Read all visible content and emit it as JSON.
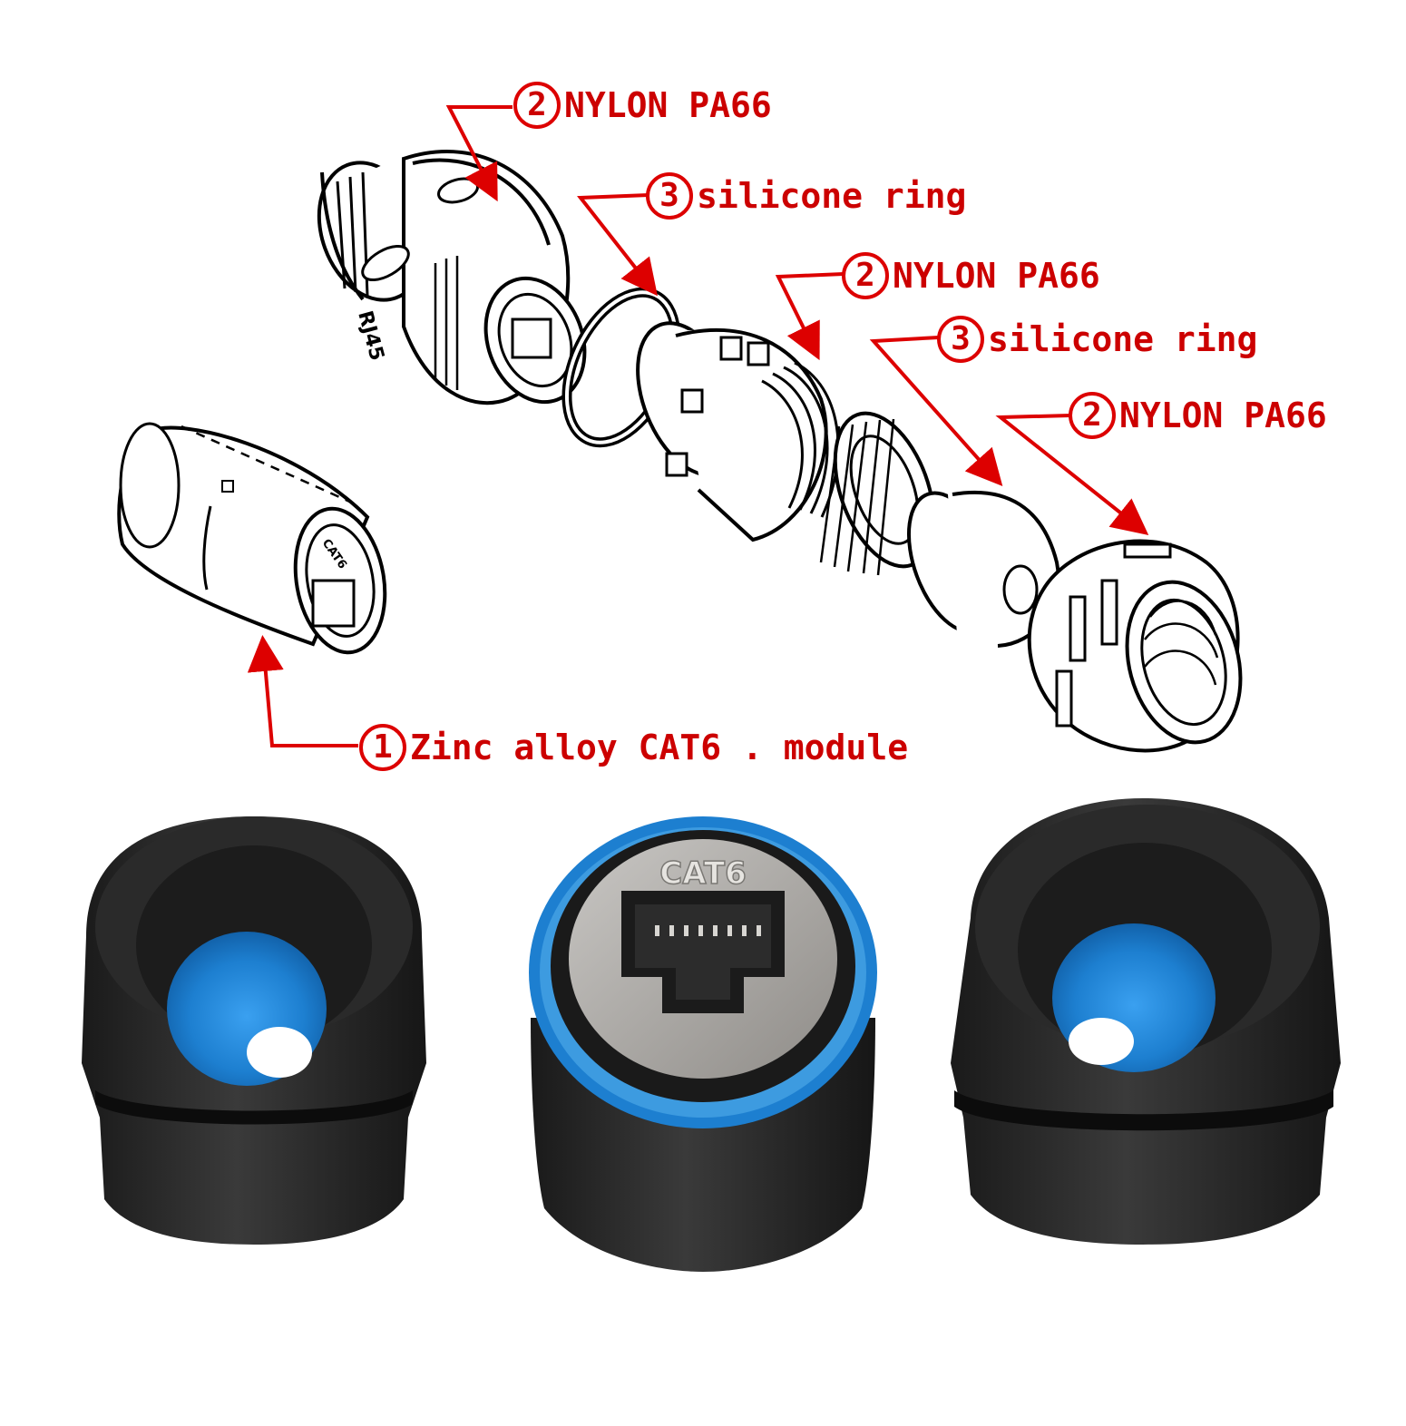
{
  "callouts": [
    {
      "num": "2",
      "text": "NYLON PA66"
    },
    {
      "num": "3",
      "text": "silicone ring"
    },
    {
      "num": "2",
      "text": "NYLON PA66"
    },
    {
      "num": "3",
      "text": "silicone ring"
    },
    {
      "num": "2",
      "text": "NYLON PA66"
    },
    {
      "num": "1",
      "text": "Zinc alloy CAT6 . module"
    }
  ],
  "part_markings": {
    "housing_rj45": "RJ45",
    "module_cat6": "CAT6",
    "photo_cat6": "CAT6"
  },
  "colors": {
    "callout_red": "#dd0000",
    "seal_blue": "#1d7fd0",
    "body_black": "#2a2a2a",
    "metal_grey": "#a9a7a4"
  }
}
